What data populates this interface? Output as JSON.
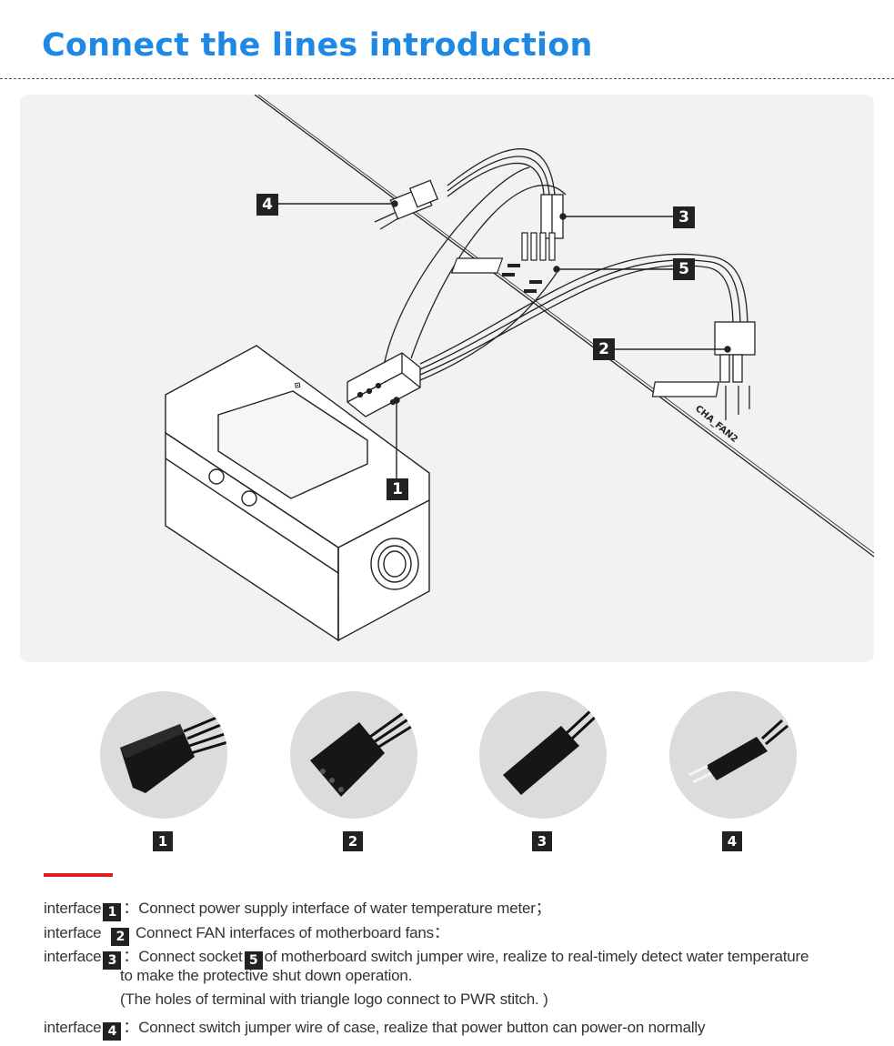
{
  "header": {
    "title": "Connect the lines introduction"
  },
  "diagram": {
    "board_label": "CHA_FAN2",
    "callouts": [
      "4",
      "3",
      "5",
      "2",
      "1"
    ]
  },
  "connector_photos": [
    {
      "label": "1",
      "icon": "4-pin-fan-connector-icon"
    },
    {
      "label": "2",
      "icon": "3-pin-fan-connector-icon"
    },
    {
      "label": "3",
      "icon": "2-pin-socket-connector-icon"
    },
    {
      "label": "4",
      "icon": "2-pin-plug-connector-icon"
    }
  ],
  "descriptions": {
    "line1": {
      "prefix": "interface",
      "num": "1",
      "text": "：Connect power supply interface of water temperature meter；"
    },
    "line2": {
      "prefix": "interface",
      "num": "2",
      "text": "Connect FAN interfaces of motherboard fans："
    },
    "line3": {
      "prefix": "interface",
      "num": "3",
      "text_a": "：Connect socket",
      "num2": "5",
      "text_b": "of motherboard switch jumper wire, realize to real-timely detect water temperature"
    },
    "line3_cont": "to make the protective shut down operation.",
    "line3_note": "(The holes of terminal with triangle logo connect to PWR stitch. )",
    "line4": {
      "prefix": "interface",
      "num": "4",
      "text": "：Connect switch jumper wire of case, realize that power button can power-on normally"
    }
  },
  "colors": {
    "title_blue": "#1e88e5",
    "accent_red": "#e01e1e",
    "callout_black": "#222222",
    "panel_gray": "#f2f2f2"
  }
}
